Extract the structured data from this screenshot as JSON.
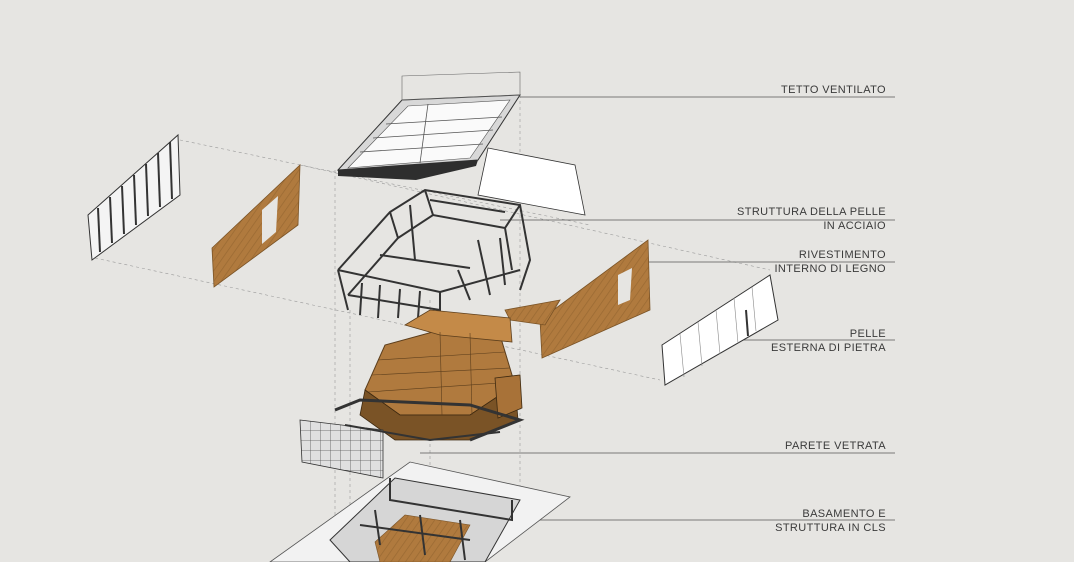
{
  "labels": {
    "roof": "TETTO VENTILATO",
    "steel_l1": "STRUTTURA DELLA PELLE",
    "steel_l2": "IN ACCIAIO",
    "wood_l1": "RIVESTIMENTO",
    "wood_l2": "INTERNO DI LEGNO",
    "stone_l1": "PELLE",
    "stone_l2": "ESTERNA DI PIETRA",
    "glass": "PARETE VETRATA",
    "base_l1": "BASAMENTO E",
    "base_l2": "STRUTTURA IN CLS"
  },
  "colors": {
    "background": "#e6e5e2",
    "wood": "#b07a3e",
    "wood_dark": "#7a5326",
    "steel": "#3a3a3a",
    "leader": "#555555",
    "panel": "#ffffff"
  }
}
